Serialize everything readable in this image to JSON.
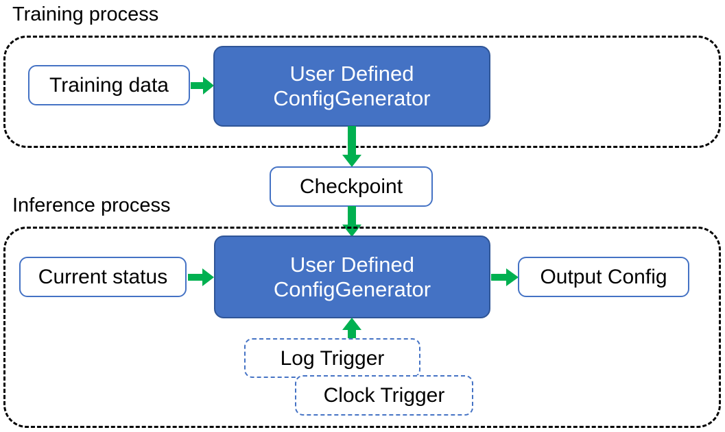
{
  "diagram": {
    "title_training": "Training process",
    "title_inference": "Inference process",
    "colors": {
      "primary_fill": "#4472C4",
      "primary_stroke": "#2F5597",
      "node_stroke": "#4472C4",
      "arrow": "#00B050",
      "group_stroke": "#000000",
      "text": "#000000",
      "primary_text": "#FFFFFF"
    },
    "nodes": {
      "training_data": "Training data",
      "training_generator_line1": "User Defined",
      "training_generator_line2": "ConfigGenerator",
      "checkpoint": "Checkpoint",
      "current_status": "Current status",
      "inference_generator_line1": "User Defined",
      "inference_generator_line2": "ConfigGenerator",
      "output_config": "Output Config",
      "log_trigger": "Log Trigger",
      "clock_trigger": "Clock Trigger"
    },
    "edges": [
      {
        "from": "training_data",
        "to": "training_generator",
        "direction": "right"
      },
      {
        "from": "training_generator",
        "to": "checkpoint",
        "direction": "down"
      },
      {
        "from": "checkpoint",
        "to": "inference_generator",
        "direction": "down"
      },
      {
        "from": "current_status",
        "to": "inference_generator",
        "direction": "right"
      },
      {
        "from": "inference_generator",
        "to": "output_config",
        "direction": "right"
      },
      {
        "from": "log_trigger",
        "to": "inference_generator",
        "direction": "up"
      }
    ]
  }
}
